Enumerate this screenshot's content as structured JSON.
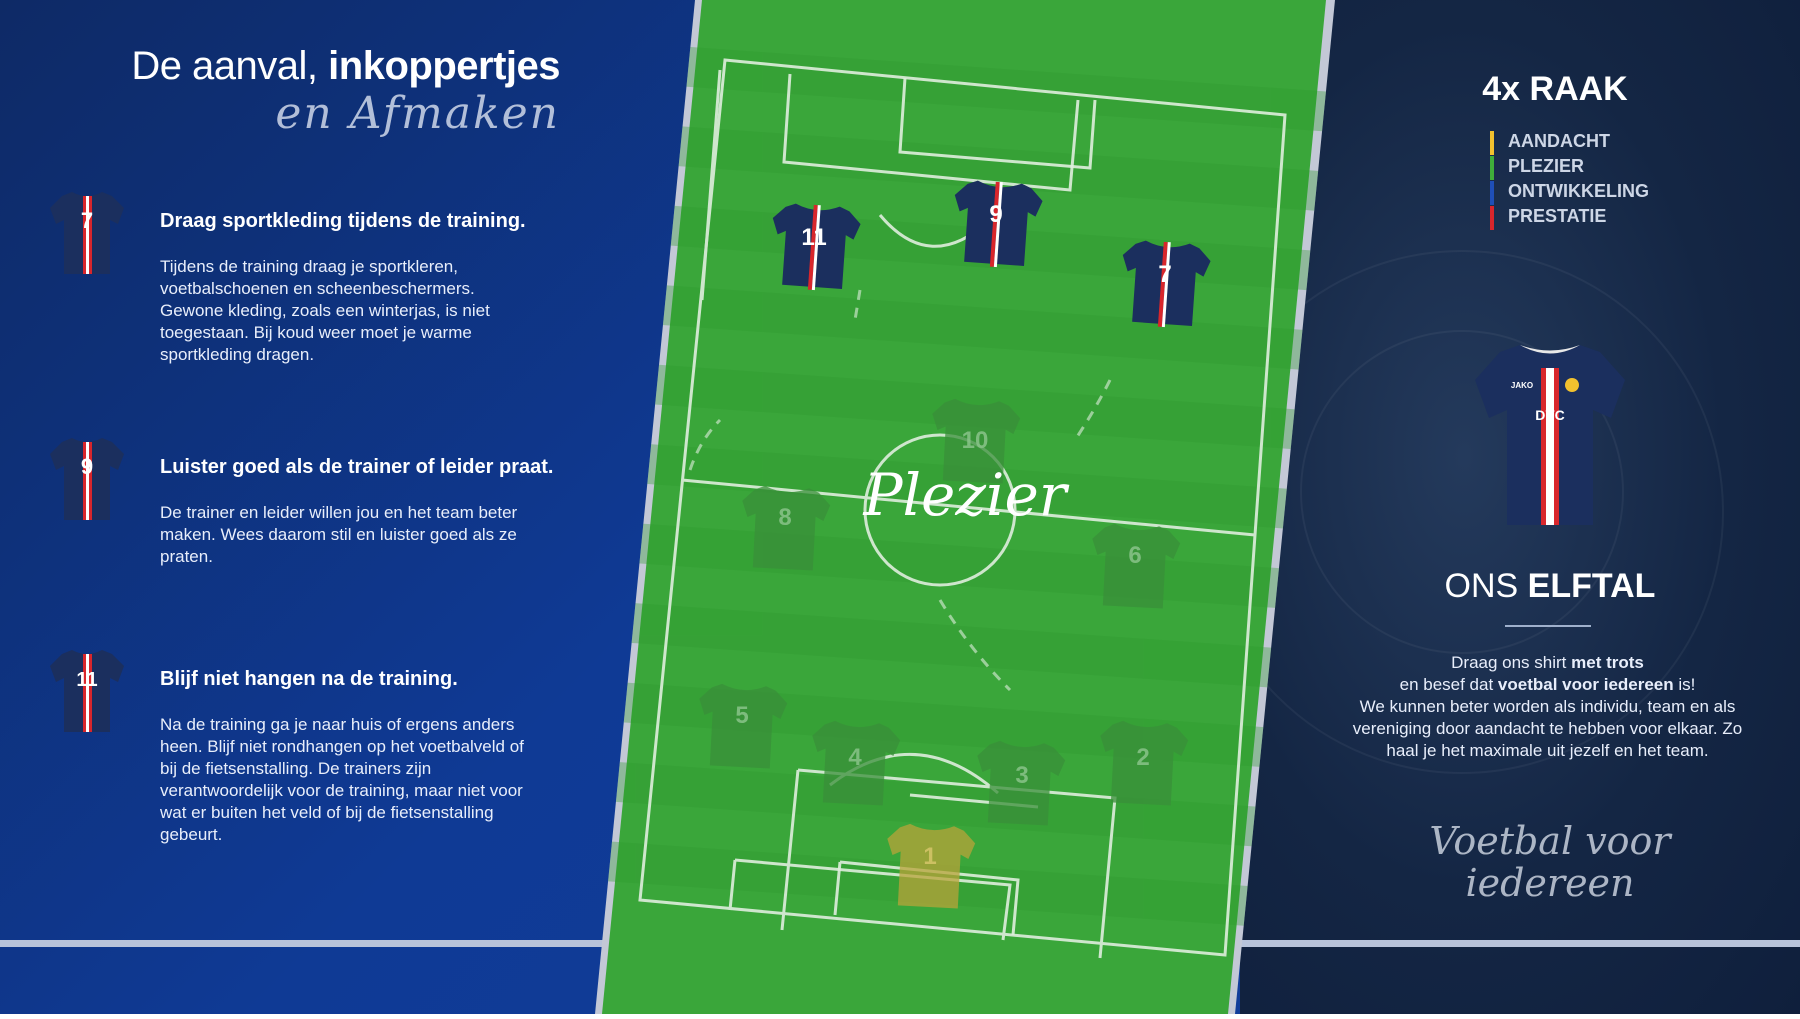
{
  "left": {
    "title_light": "De aanval, ",
    "title_bold": "inkoppertjes",
    "subtitle_script": "en Afmaken",
    "rules": [
      {
        "shirt_number": "7",
        "heading": "Draag sportkleding tijdens de training.",
        "body": "Tijdens de training draag je sportkleren, voetbalschoenen en scheenbeschermers. Gewone kleding, zoals een winterjas, is niet toegestaan. Bij koud weer moet je warme sportkleding dragen."
      },
      {
        "shirt_number": "9",
        "heading": "Luister goed als de trainer of leider praat.",
        "body": "De trainer en leider willen jou en het team beter maken. Wees daarom stil en luister goed als ze praten."
      },
      {
        "shirt_number": "11",
        "heading": "Blijf niet hangen na de training.",
        "body": "Na de training ga je naar huis of ergens anders heen. Blijf niet rondhangen op het voetbalveld of bij de fietsenstalling. De trainers zijn verantwoordelijk voor de training, maar niet voor wat er buiten het veld of bij de fietsenstalling gebeurt."
      }
    ]
  },
  "pitch": {
    "center_script": "Plezier",
    "active_players": [
      "11",
      "9",
      "7"
    ],
    "faded_players": [
      "10",
      "8",
      "6",
      "5",
      "4",
      "3",
      "2"
    ],
    "keeper": "1"
  },
  "right": {
    "raak_title": "4x RAAK",
    "raak_items": [
      {
        "label": "AANDACHT",
        "color": "#f2c12e"
      },
      {
        "label": "PLEZIER",
        "color": "#3fae3a"
      },
      {
        "label": "ONTWIKKELING",
        "color": "#1f4fb8"
      },
      {
        "label": "PRESTATIE",
        "color": "#d8262c"
      }
    ],
    "shirt_brand": "JAKO",
    "shirt_club": "DVC",
    "ons_light": "ONS ",
    "ons_bold": "ELFTAL",
    "text_1": "Draag ons shirt ",
    "text_1_bold": "met trots",
    "text_2": "en besef dat ",
    "text_2_bold": "voetbal voor iedereen",
    "text_2_end": " is!",
    "text_3": "We kunnen beter worden als individu, team en als vereniging door aandacht te hebben voor elkaar. Zo haal je het maximale uit jezelf en het team.",
    "slogan_line1": "Voetbal voor",
    "slogan_line2": "iedereen"
  },
  "colors": {
    "navy": "#1b2f5e",
    "pitch_green": "#3aa63a",
    "shirt_stripe_red": "#d8262c"
  }
}
